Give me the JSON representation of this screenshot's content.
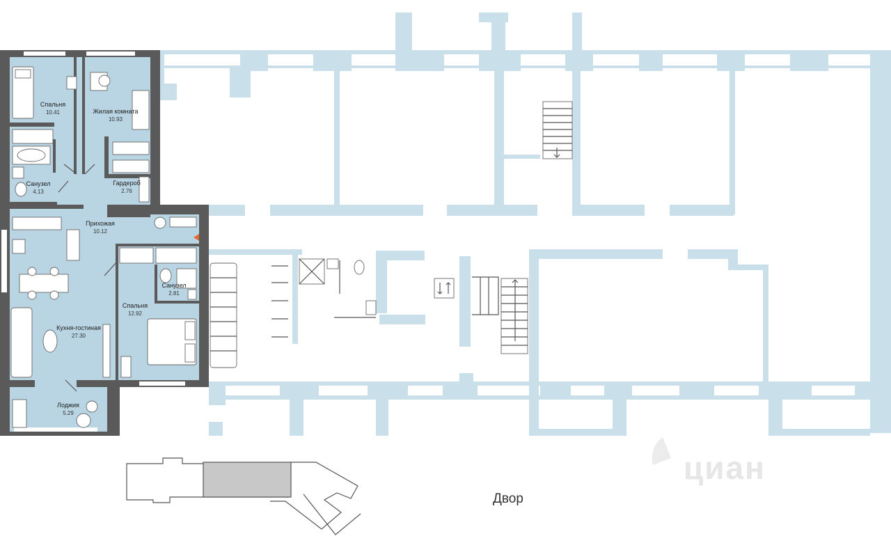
{
  "rooms": [
    {
      "id": "bedroom1",
      "name": "Спальня",
      "area": "10.41"
    },
    {
      "id": "living",
      "name": "Жилая комната",
      "area": "10.93"
    },
    {
      "id": "bath1",
      "name": "Санузел",
      "area": "4.13"
    },
    {
      "id": "wardrobe",
      "name": "Гардероб",
      "area": "2.76"
    },
    {
      "id": "hall",
      "name": "Прихожая",
      "area": "10.12"
    },
    {
      "id": "bath2",
      "name": "Санузел",
      "area": "2.81"
    },
    {
      "id": "bedroom2",
      "name": "Спальня",
      "area": "12.92"
    },
    {
      "id": "kitchen",
      "name": "Кухня-гостиная",
      "area": "27.30"
    },
    {
      "id": "loggia",
      "name": "Лоджия",
      "area": "5.29"
    }
  ],
  "yard_label": "Двор",
  "watermark": "циан",
  "colors": {
    "floor": "#b9d5e3",
    "wall": "#5a5a5a",
    "ghost": "#c9e0ea"
  },
  "icons": [
    "elevator-icon",
    "stairs-icon",
    "entrance-arrow-icon",
    "building-keyplan-icon",
    "cian-logo-icon"
  ]
}
